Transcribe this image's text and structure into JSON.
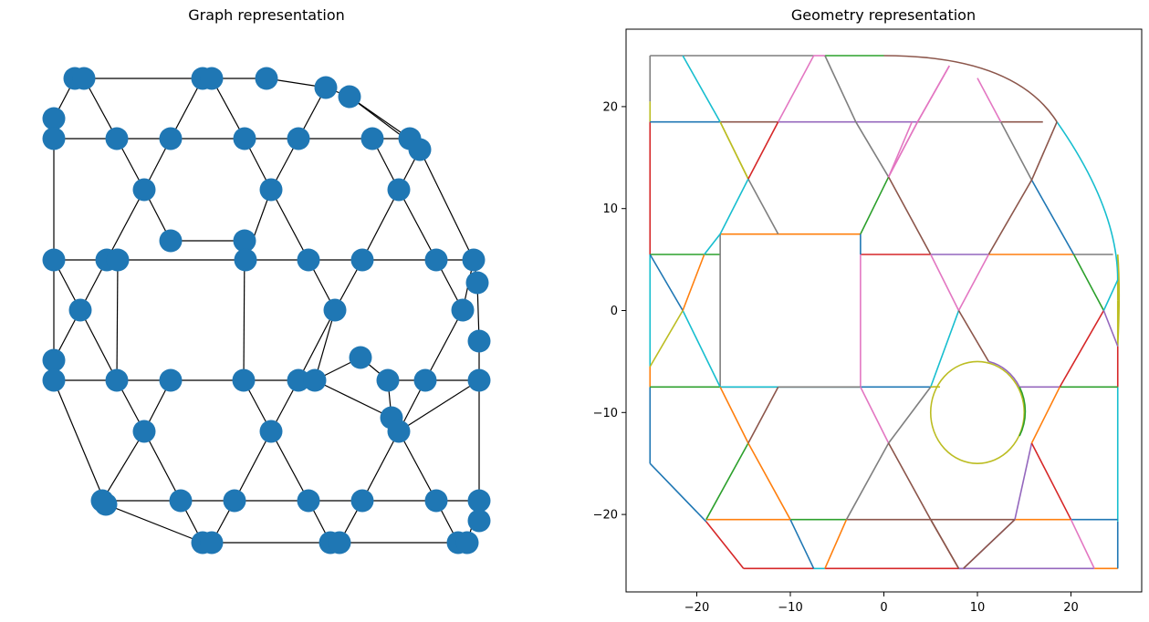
{
  "graph_panel": {
    "title": "Graph representation",
    "node_color": "#1f77b4",
    "edge_color": "#000000"
  },
  "geometry_panel": {
    "title": "Geometry representation",
    "x_ticks": [
      "−20",
      "−10",
      "0",
      "10",
      "20"
    ],
    "y_ticks": [
      "20",
      "10",
      "0",
      "−10",
      "−20"
    ],
    "segment_colors": [
      "#1f77b4",
      "#ff7f0e",
      "#2ca02c",
      "#d62728",
      "#9467bd",
      "#8c564b",
      "#e377c2",
      "#7f7f7f",
      "#bcbd22",
      "#17becf"
    ]
  }
}
